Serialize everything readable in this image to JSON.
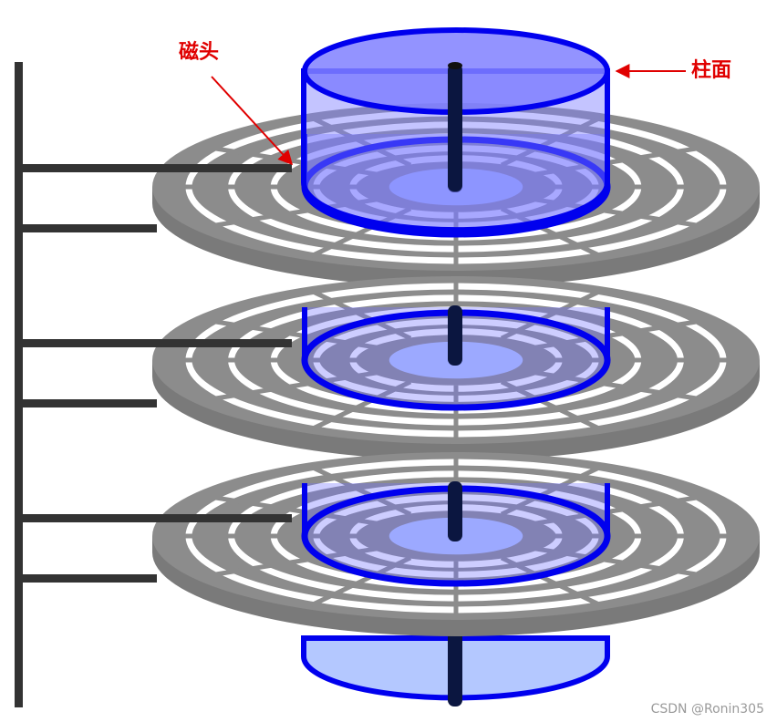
{
  "labels": {
    "head": "磁头",
    "cylinder": "柱面"
  },
  "watermark": "CSDN @Ronin305",
  "platter_count": 3,
  "colors": {
    "platter": "#8c8c8c",
    "track_gap": "#ffffff",
    "cylinder_stroke": "#0000ee",
    "cylinder_fill": "#6f6fff",
    "cylinder_inner": "#b4c8ff",
    "spindle": "#0b1640",
    "arm": "#333333",
    "label": "#e00000",
    "watermark": "#9a9a9a"
  }
}
